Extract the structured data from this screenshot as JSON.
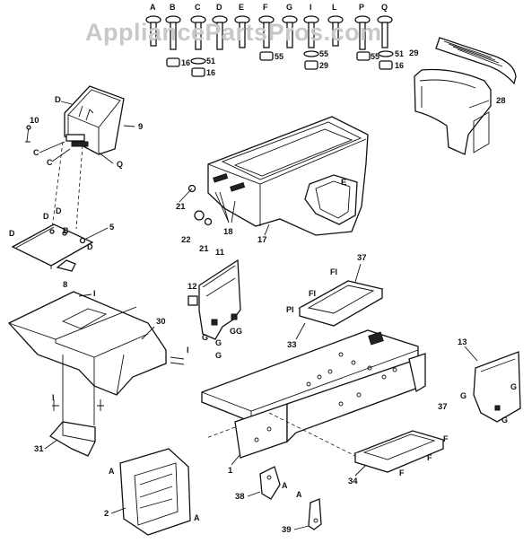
{
  "watermark": "AppliancePartsPros.com",
  "bolt_letters": [
    "A",
    "B",
    "C",
    "D",
    "E",
    "F",
    "G",
    "I",
    "L",
    "P",
    "Q"
  ],
  "washer_labels": [
    "16",
    "51",
    "16",
    "55",
    "55",
    "29",
    "55",
    "51",
    "16"
  ],
  "part_callouts": {
    "p1": "1",
    "p2": "2",
    "p5": "5",
    "p8": "8",
    "p9": "9",
    "p10": "10",
    "p11": "11",
    "p12": "12",
    "p13": "13",
    "p17": "17",
    "p18": "18",
    "p21a": "21",
    "p21b": "21",
    "p22": "22",
    "p28": "28",
    "p29": "29",
    "p30": "30",
    "p31": "31",
    "p33": "33",
    "p34": "34",
    "p37a": "37",
    "p37b": "37",
    "p38": "38",
    "p39": "39"
  },
  "letter_callouts": {
    "dash_d": "D",
    "dash_c1": "C",
    "dash_c2": "C",
    "dash_q": "Q",
    "bracket_d1": "D",
    "bracket_d2": "D",
    "bracket_d3": "D",
    "bracket_d4": "D",
    "bracket_b": "B",
    "hood_e": "E",
    "pan_i1": "I",
    "pan_i2": "I",
    "pan_i3": "I",
    "plate_g1": "G",
    "plate_g2": "GG",
    "plate_g3": "G",
    "plate_g4": "G",
    "step_f1": "FI",
    "step_f2": "FI",
    "step_p": "PI",
    "side_g1": "G",
    "side_g2": "G",
    "side_g3": "G",
    "lstep_f1": "F",
    "lstep_f2": "F",
    "lstep_f3": "F",
    "cover_a1": "A",
    "cover_a2": "A",
    "bracket38_a": "A",
    "bracket39_a": "A"
  }
}
